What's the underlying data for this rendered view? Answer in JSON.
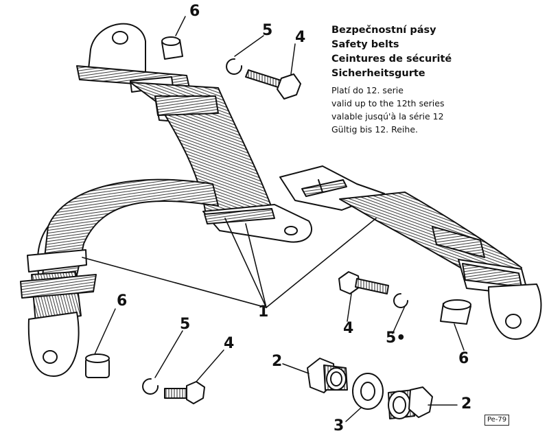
{
  "title_lines": [
    "Bezpečnostní pásy",
    "Safety belts",
    "Ceintures de sécurité",
    "Sicherheitsgurte"
  ],
  "note_lines": [
    "Platí do 12. serie",
    "valid up to the 12th series",
    "valable jusqú'à la série 12",
    "Gültig bis 12. Reihe."
  ],
  "callouts": {
    "c6a": "6",
    "c5a": "5",
    "c4a": "4",
    "c1": "1",
    "c6b": "6",
    "c5b": "5",
    "c4b": "4",
    "c4c": "4",
    "c5c": "5•",
    "c6c": "6",
    "c2a": "2",
    "c3": "3",
    "c2b": "2"
  },
  "figure_ref": "Pe-79",
  "parts": {
    "1": "belt assembly",
    "2": "anchor nut",
    "3": "washer",
    "4": "bolt",
    "5": "spring washer",
    "6": "spacer bushing"
  }
}
